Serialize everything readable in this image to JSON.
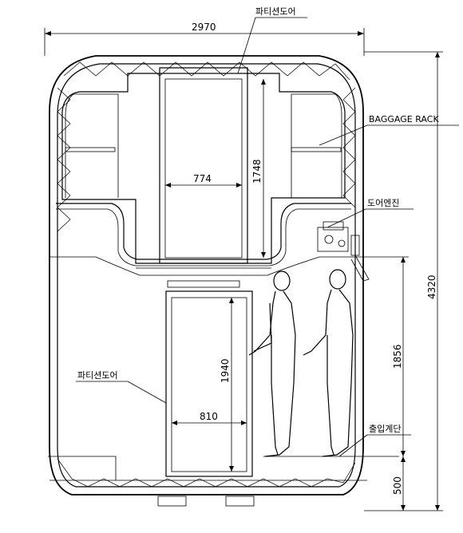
{
  "labels": {
    "partition_door_top": "파티션도어",
    "baggage_rack": "BAGGAGE RACK",
    "door_engine": "도어엔진",
    "partition_door_side": "파티션도어",
    "entrance_step": "출입계단"
  },
  "dimensions": {
    "overall_width": "2970",
    "upper_door_width": "774",
    "upper_door_height": "1748",
    "overall_height": "4320",
    "lower_door_height": "1940",
    "lower_door_width": "810",
    "interior_height": "1856",
    "floor_height": "500"
  }
}
